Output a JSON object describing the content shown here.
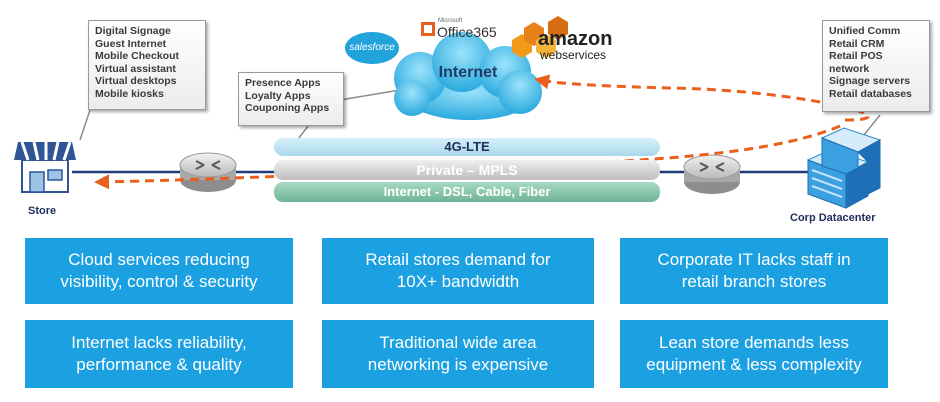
{
  "callouts": {
    "store_apps": [
      "Digital Signage",
      "Guest Internet",
      "Mobile Checkout",
      "Virtual assistant",
      "Virtual desktops",
      "Mobile kiosks"
    ],
    "cloud_apps": [
      "Presence Apps",
      "Loyalty Apps",
      "Couponing Apps"
    ],
    "datacenter_apps": [
      "Unified Comm",
      "Retail CRM",
      "Retail POS",
      "network",
      "Signage servers",
      "Retail databases"
    ]
  },
  "cloud": {
    "label": "Internet",
    "salesforce_logo": "salesforce",
    "office_vendor": "Microsoft",
    "office_logo": "Office365",
    "amazon_logo": "amazon",
    "amazon_sub": "webservices"
  },
  "links": {
    "lte": "4G-LTE",
    "mpls": "Private – MPLS",
    "internet": "Internet - DSL, Cable, Fiber"
  },
  "sites": {
    "store": "Store",
    "datacenter": "Corp Datacenter"
  },
  "challenges": [
    [
      "Cloud services reducing",
      "visibility, control & security"
    ],
    [
      "Retail stores demand for",
      "10X+ bandwidth"
    ],
    [
      "Corporate IT lacks staff in",
      "retail branch stores"
    ],
    [
      "Internet lacks reliability,",
      "performance & quality"
    ],
    [
      "Traditional wide area",
      "networking is expensive"
    ],
    [
      "Lean store demands less",
      "equipment & less complexity"
    ]
  ],
  "colors": {
    "box_blue": "#1ba0e1",
    "arrow_orange": "#e8601c",
    "lte_tube": "#a9d8ea",
    "mpls_tube": "#c6c6c6",
    "internet_tube": "#7fbfa6",
    "line_navy": "#1f3c7a"
  }
}
